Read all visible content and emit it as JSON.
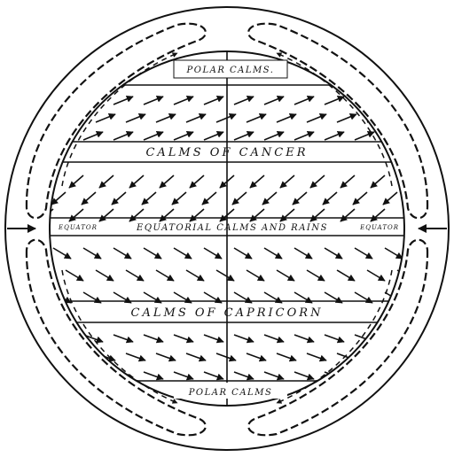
{
  "figure": {
    "labels": {
      "polar_calms_north": "POLAR CALMS.",
      "calms_of_cancer": "CALMS OF CANCER",
      "equator_left": "EQUATOR",
      "equatorial_calms": "EQUATORIAL CALMS AND RAINS",
      "equator_right": "EQUATOR",
      "calms_of_capricorn": "CALMS OF CAPRICORN",
      "polar_calms_south": "POLAR CALMS"
    },
    "colors": {
      "ink": "#111111",
      "paper": "#ffffff"
    }
  }
}
